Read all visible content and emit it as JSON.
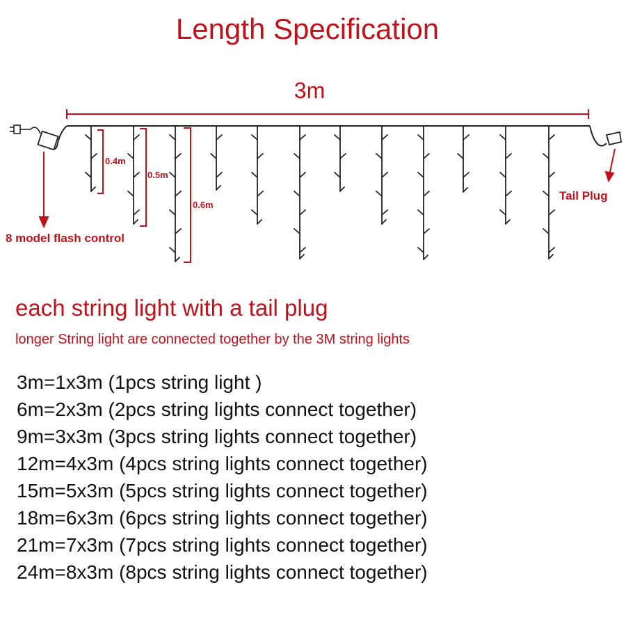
{
  "title": "Length Specification",
  "diagram": {
    "total_length_label": "3m",
    "strand_labels": [
      "0.4m",
      "0.5m",
      "0.6m"
    ],
    "controller_label": "8 model flash control",
    "tail_plug_label": "Tail Plug",
    "accent_color": "#c0121b",
    "wire_color": "#222222"
  },
  "heading": "each string light with a tail plug",
  "subheading": "longer String light are connected together by the 3M string lights",
  "specs": [
    "3m=1x3m (1pcs string light )",
    "6m=2x3m (2pcs string lights connect together)",
    "9m=3x3m (3pcs string lights connect together)",
    "12m=4x3m (4pcs string lights connect together)",
    "15m=5x3m (5pcs string lights connect together)",
    "18m=6x3m (6pcs string lights connect together)",
    "21m=7x3m (7pcs string lights connect together)",
    "24m=8x3m (8pcs string lights connect together)"
  ]
}
